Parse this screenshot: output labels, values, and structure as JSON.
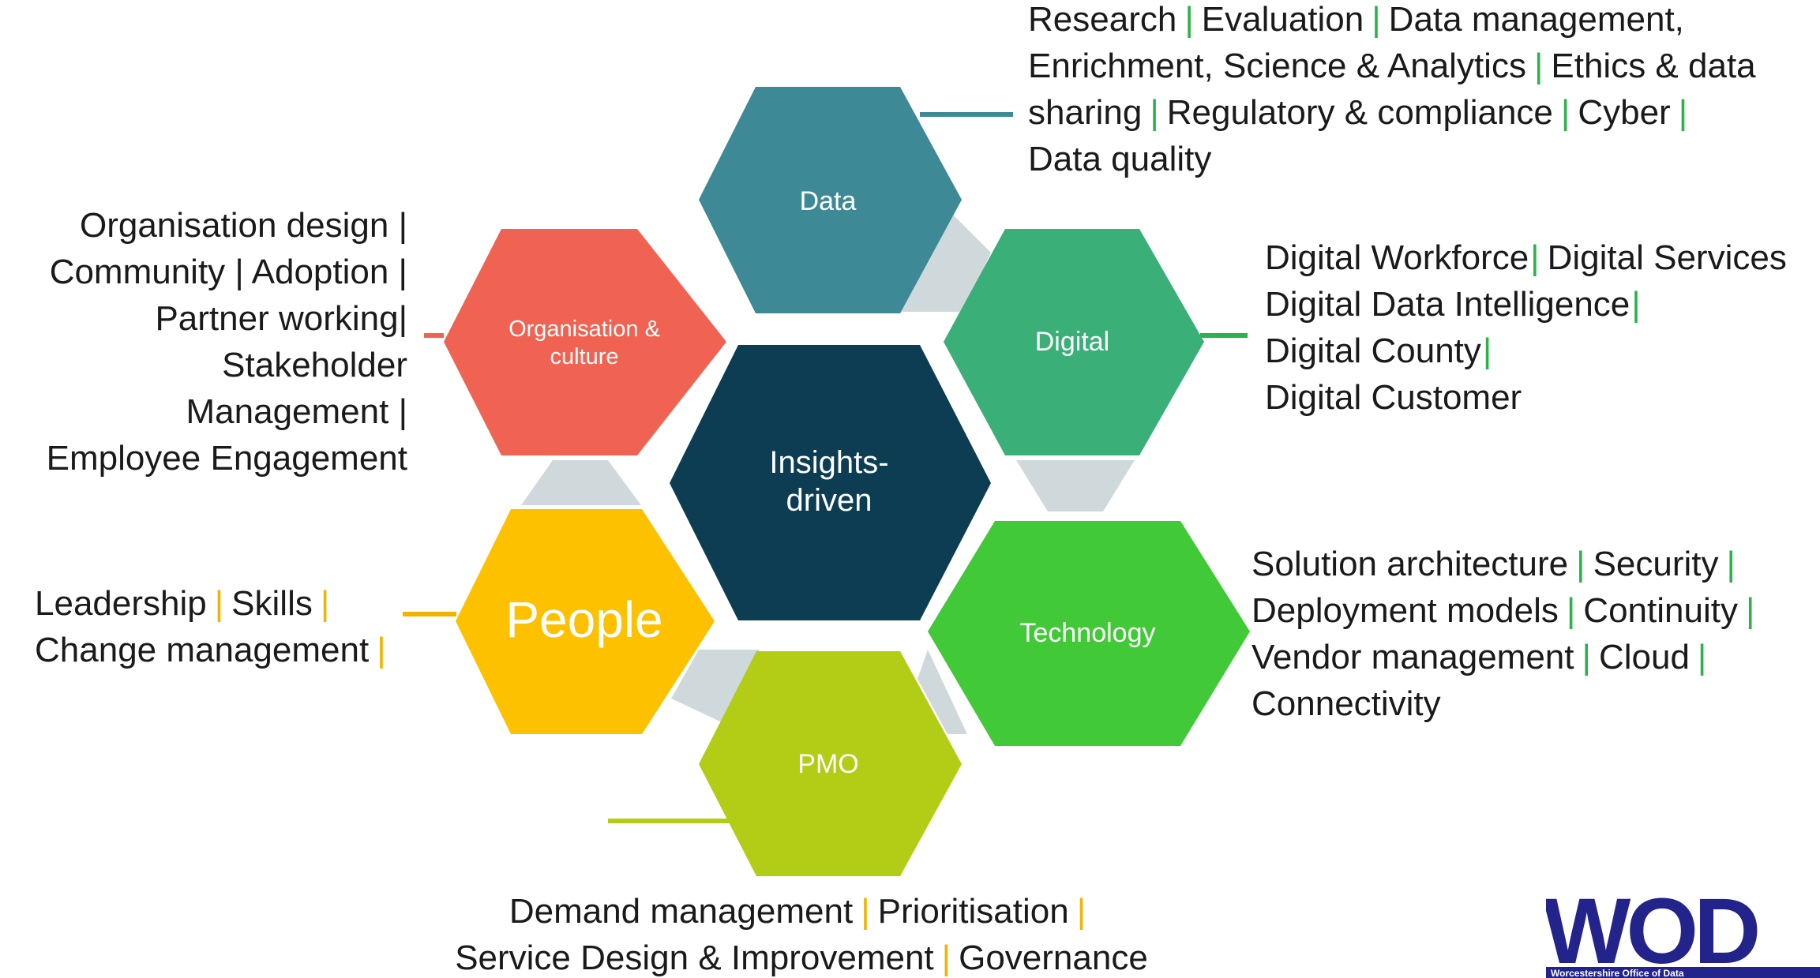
{
  "center": {
    "label_line1": "Insights-",
    "label_line2": "driven"
  },
  "hexes": {
    "data": {
      "label": "Data"
    },
    "digital": {
      "label": "Digital"
    },
    "org": {
      "label_line1": "Organisation &",
      "label_line2": "culture"
    },
    "people": {
      "label": "People"
    },
    "technology": {
      "label": "Technology"
    },
    "pmo": {
      "label": "PMO"
    }
  },
  "blocks": {
    "data": {
      "line1": {
        "a": "Research",
        "b": "Evaluation",
        "c": "Data management,"
      },
      "line2": {
        "a": "Enrichment, Science & Analytics",
        "b": "Ethics & data"
      },
      "line3": {
        "a": "sharing",
        "b": "Regulatory & compliance",
        "c": "Cyber"
      },
      "line4": {
        "a": "Data quality"
      }
    },
    "digital": {
      "line1": {
        "a": "Digital Workforce",
        "b": "Digital Services"
      },
      "line2": {
        "a": "Digital Data Intelligence"
      },
      "line3": {
        "a": "Digital County"
      },
      "line4": {
        "a": "Digital Customer"
      }
    },
    "org": {
      "line1": "Organisation design |",
      "line2": "Community | Adoption |",
      "line3": "Partner working|",
      "line4": "Stakeholder",
      "line5": "Management |",
      "line6": "Employee Engagement"
    },
    "people": {
      "line1": {
        "a": "Leadership",
        "b": "Skills"
      },
      "line2": {
        "a": "Change management"
      }
    },
    "technology": {
      "line1": {
        "a": "Solution architecture",
        "b": "Security"
      },
      "line2": {
        "a": "Deployment models",
        "b": "Continuity"
      },
      "line3": {
        "a": "Vendor management",
        "b": "Cloud"
      },
      "line4": {
        "a": "Connectivity"
      }
    },
    "pmo": {
      "line1": {
        "a": "Demand management",
        "b": "Prioritisation"
      },
      "line2": {
        "a": "Service Design & Improvement",
        "b": "Governance"
      }
    }
  },
  "separator": "|",
  "logo": {
    "text": "WOD",
    "subtitle": "Worcestershire Office of Data"
  },
  "colors": {
    "center": "#0c3d52",
    "data": "#3d8a96",
    "digital": "#3aaf78",
    "org": "#f06352",
    "people": "#fdc100",
    "technology": "#42c938",
    "pmo": "#b3cc15",
    "connector": "#cfd9dc",
    "sep_green": "#2ab34a",
    "sep_orange": "#f0b400",
    "logo": "#23238c"
  }
}
